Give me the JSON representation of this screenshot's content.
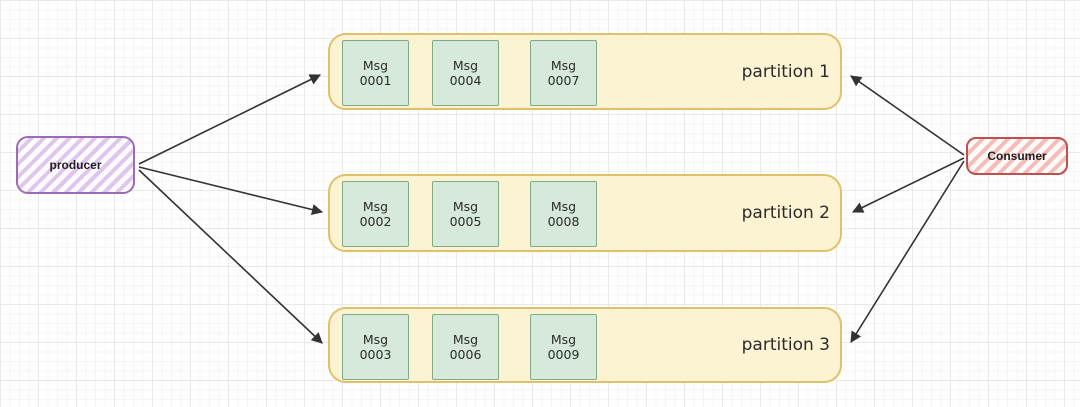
{
  "diagram": {
    "producer": {
      "label": "producer"
    },
    "consumer": {
      "label": "Consumer"
    },
    "partitions": [
      {
        "label": "partition 1",
        "messages": [
          {
            "title": "Msg",
            "number": "0001"
          },
          {
            "title": "Msg",
            "number": "0004"
          },
          {
            "title": "Msg",
            "number": "0007"
          }
        ]
      },
      {
        "label": "partition 2",
        "messages": [
          {
            "title": "Msg",
            "number": "0002"
          },
          {
            "title": "Msg",
            "number": "0005"
          },
          {
            "title": "Msg",
            "number": "0008"
          }
        ]
      },
      {
        "label": "partition 3",
        "messages": [
          {
            "title": "Msg",
            "number": "0003"
          },
          {
            "title": "Msg",
            "number": "0006"
          },
          {
            "title": "Msg",
            "number": "0009"
          }
        ]
      }
    ],
    "arrows": [
      "producer-to-partition-1",
      "producer-to-partition-2",
      "producer-to-partition-3",
      "consumer-to-partition-1",
      "consumer-to-partition-2",
      "consumer-to-partition-3"
    ]
  },
  "colors": {
    "producer_border": "#9b6bb5",
    "producer_hatch": "#ddc7ea",
    "consumer_border": "#c0504d",
    "consumer_hatch": "#f4bdb8",
    "partition_fill": "#fcf3d3",
    "partition_border": "#e0c06a",
    "message_fill": "#d6e9da",
    "message_border": "#7cab85",
    "arrow": "#333333",
    "grid_major": "#ebe9e8",
    "grid_minor": "#f6f5f4"
  }
}
